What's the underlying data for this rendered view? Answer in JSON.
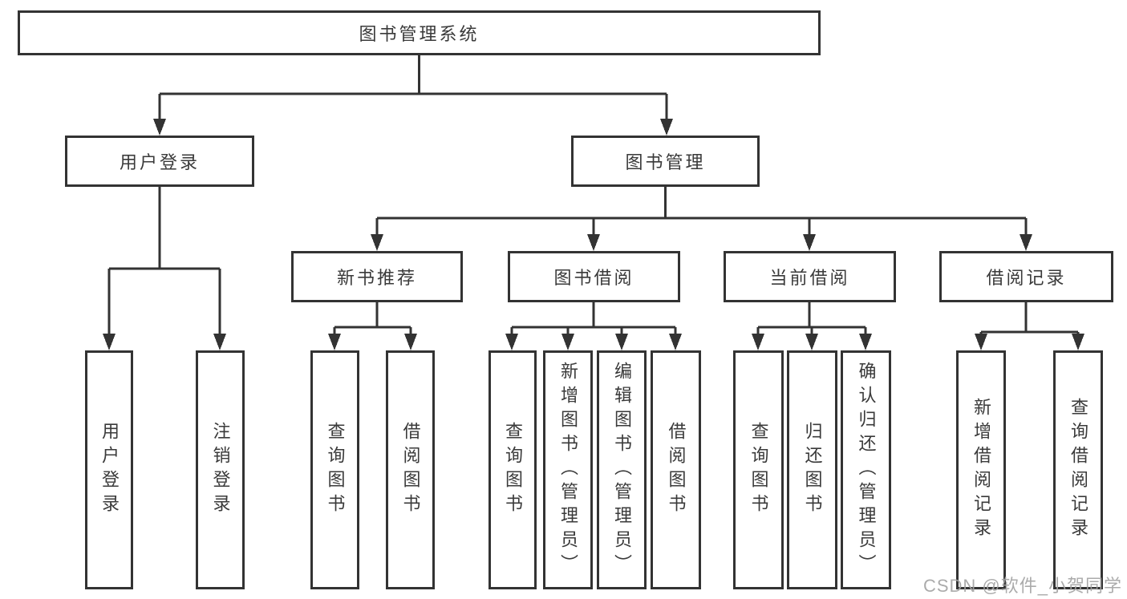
{
  "tree": {
    "label": "图书管理系统",
    "children": [
      {
        "label": "用户登录",
        "children": [
          {
            "label": "用户登录"
          },
          {
            "label": "注销登录"
          }
        ]
      },
      {
        "label": "图书管理",
        "children": [
          {
            "label": "新书推荐",
            "children": [
              {
                "label": "查询图书"
              },
              {
                "label": "借阅图书"
              }
            ]
          },
          {
            "label": "图书借阅",
            "children": [
              {
                "label": "查询图书"
              },
              {
                "label": "新增图书（管理员）"
              },
              {
                "label": "编辑图书（管理员）"
              },
              {
                "label": "借阅图书"
              }
            ]
          },
          {
            "label": "当前借阅",
            "children": [
              {
                "label": "查询图书"
              },
              {
                "label": "归还图书"
              },
              {
                "label": "确认归还（管理员）"
              }
            ]
          },
          {
            "label": "借阅记录",
            "children": [
              {
                "label": "新增借阅记录"
              },
              {
                "label": "查询借阅记录"
              }
            ]
          }
        ]
      }
    ]
  },
  "watermark": {
    "text": "CSDN @软件_小贺同学"
  },
  "colors": {
    "line": "#333333",
    "text": "#3a3a3a",
    "box_fill": "#ffffff",
    "background": "#ffffff",
    "watermark": "#a3a3a3"
  }
}
